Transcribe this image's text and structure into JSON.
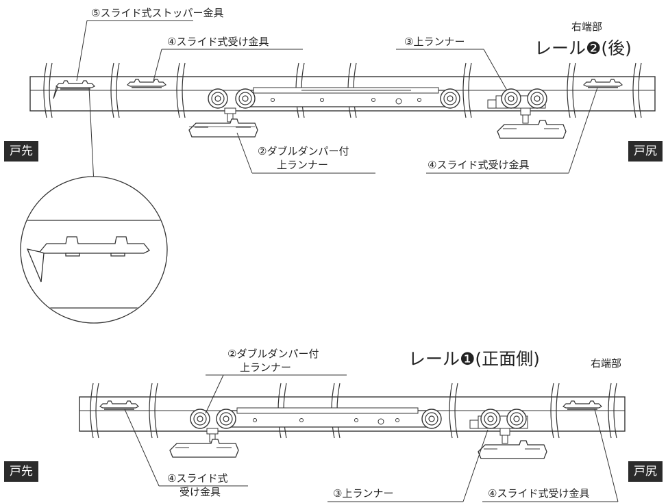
{
  "top": {
    "right_end": "右端部",
    "rail_title": "レール❷(後)",
    "stopper": "⑤スライド式ストッパー金具",
    "receiver_left": "④スライド式受け金具",
    "upper_runner": "③上ランナー",
    "damper_runner_line1": "②ダブルダンパー付",
    "damper_runner_line2": "上ランナー",
    "receiver_right": "④スライド式受け金具",
    "door_front": "戸先",
    "door_back": "戸尻"
  },
  "bottom": {
    "damper_runner_line1": "②ダブルダンパー付",
    "damper_runner_line2": "上ランナー",
    "rail_title": "レール❶(正面側)",
    "right_end": "右端部",
    "receiver_left_line1": "④スライド式",
    "receiver_left_line2": "受け金具",
    "upper_runner": "③上ランナー",
    "receiver_right": "④スライド式受け金具",
    "door_front": "戸先",
    "door_back": "戸尻"
  },
  "colors": {
    "line": "#333333",
    "tag_bg": "#2b2b2b",
    "tag_text": "#ffffff"
  }
}
